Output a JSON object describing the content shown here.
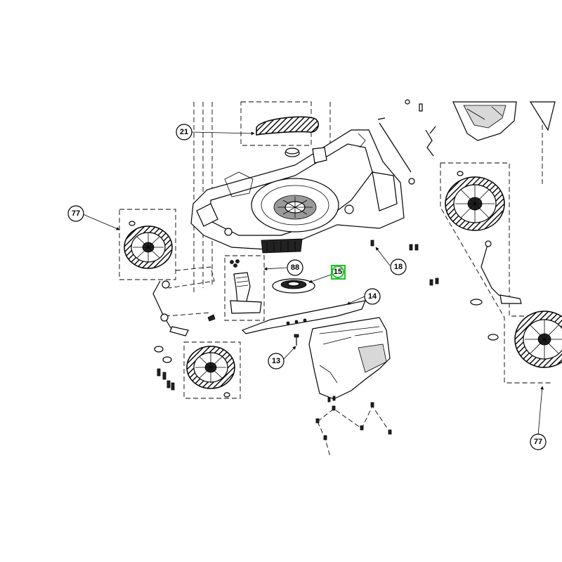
{
  "callouts": [
    {
      "id": "21",
      "label": "21"
    },
    {
      "id": "77a",
      "label": "77"
    },
    {
      "id": "88",
      "label": "88"
    },
    {
      "id": "15",
      "label": "15",
      "highlight_color": "#22c02a"
    },
    {
      "id": "18",
      "label": "18"
    },
    {
      "id": "14",
      "label": "14"
    },
    {
      "id": "13",
      "label": "13"
    },
    {
      "id": "77b",
      "label": "77"
    }
  ],
  "colors": {
    "line": "#000000",
    "highlight": "#22c02a",
    "background": "#ffffff"
  }
}
